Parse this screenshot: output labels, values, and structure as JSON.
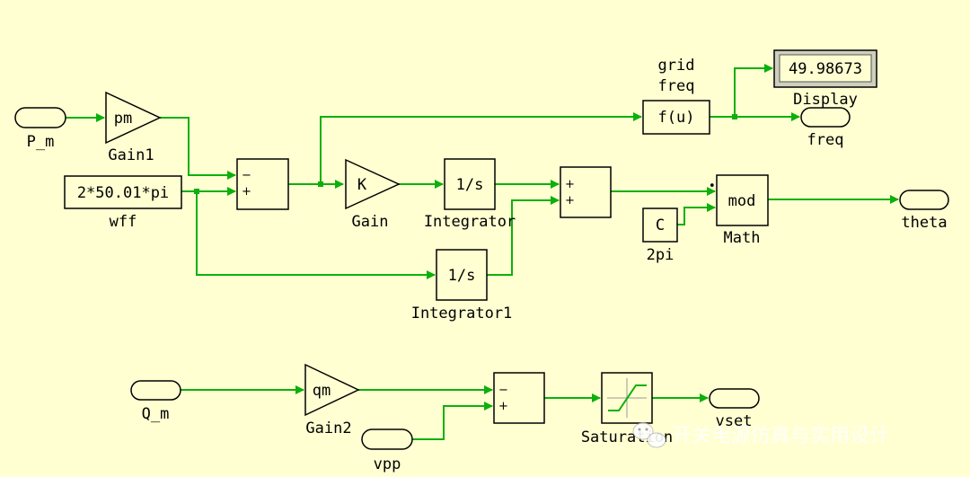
{
  "diagram": {
    "blocks": {
      "p_m": {
        "label": "P_m"
      },
      "gain1": {
        "value": "pm",
        "label": "Gain1"
      },
      "wff": {
        "value": "2*50.01*pi",
        "label": "wff"
      },
      "gain": {
        "value": "K",
        "label": "Gain"
      },
      "integrator": {
        "value": "1/s",
        "label": "Integrator"
      },
      "integrator1": {
        "value": "1/s",
        "label": "Integrator1"
      },
      "grid_freq": {
        "value": "f(u)",
        "label_line1": "grid",
        "label_line2": "freq"
      },
      "display": {
        "value": "49.98673",
        "label": "Display"
      },
      "freq": {
        "label": "freq"
      },
      "math": {
        "value": "mod",
        "label": "Math"
      },
      "two_pi": {
        "value": "C",
        "label": "2pi"
      },
      "theta": {
        "label": "theta"
      },
      "q_m": {
        "label": "Q_m"
      },
      "gain2": {
        "value": "qm",
        "label": "Gain2"
      },
      "vpp": {
        "label": "vpp"
      },
      "saturation": {
        "label": "Saturation"
      },
      "vset": {
        "label": "vset"
      }
    },
    "signs": {
      "minus": "−",
      "plus": "+",
      "dot": "•"
    },
    "watermark": "开关电源仿真与实用设计",
    "colors": {
      "wire": "#0cb00c",
      "background": "#ffffd2"
    }
  }
}
